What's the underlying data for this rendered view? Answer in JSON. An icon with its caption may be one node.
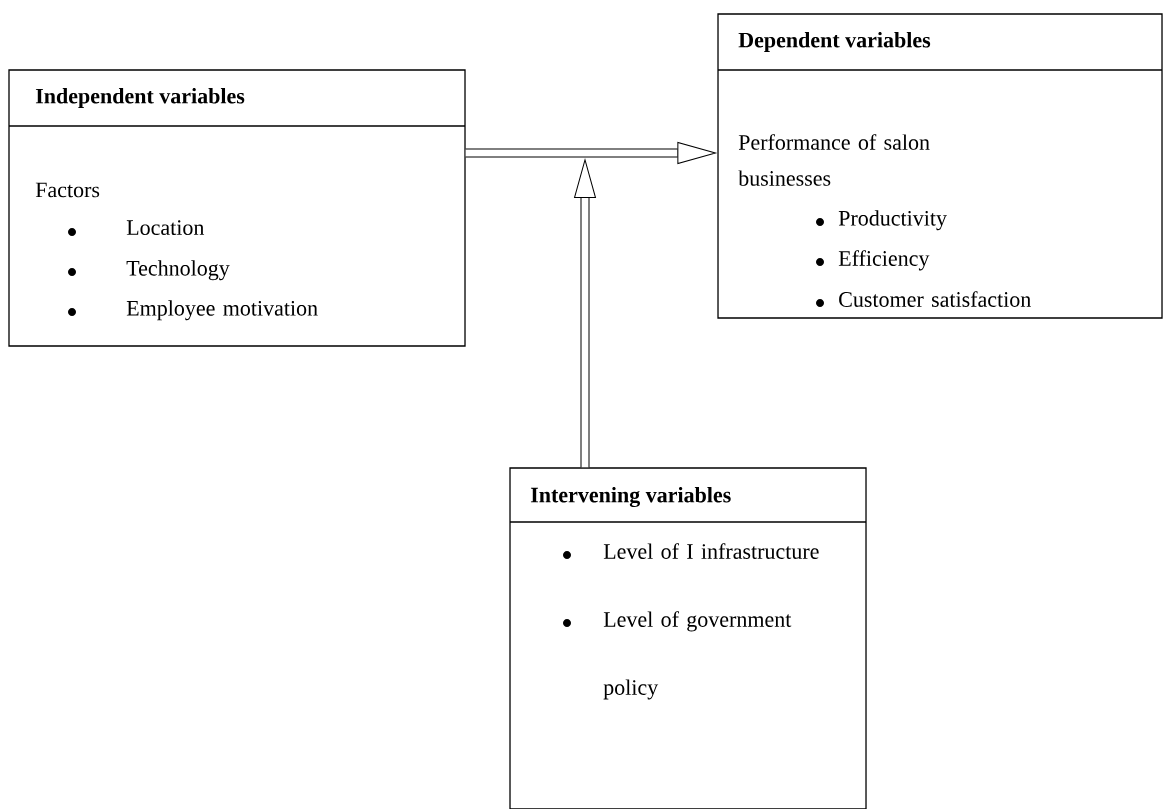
{
  "diagram": {
    "nodes": [
      {
        "text": [
          "Independent variables",
          "Factors",
          "Location",
          "Technology",
          "Employee motivation"
        ]
      },
      {
        "text": [
          "Dependent variables",
          "Performance of salon businesses",
          "Productivity",
          "Efficiency",
          "Customer satisfaction"
        ]
      },
      {
        "text": [
          "Intervening variables",
          "Level of I infrastructure",
          "Level of government policy"
        ]
      }
    ],
    "edges": [
      {
        "from": 0,
        "to": 1,
        "arrow": "to"
      },
      {
        "from": 2,
        "to": null,
        "arrow": "to"
      }
    ]
  }
}
